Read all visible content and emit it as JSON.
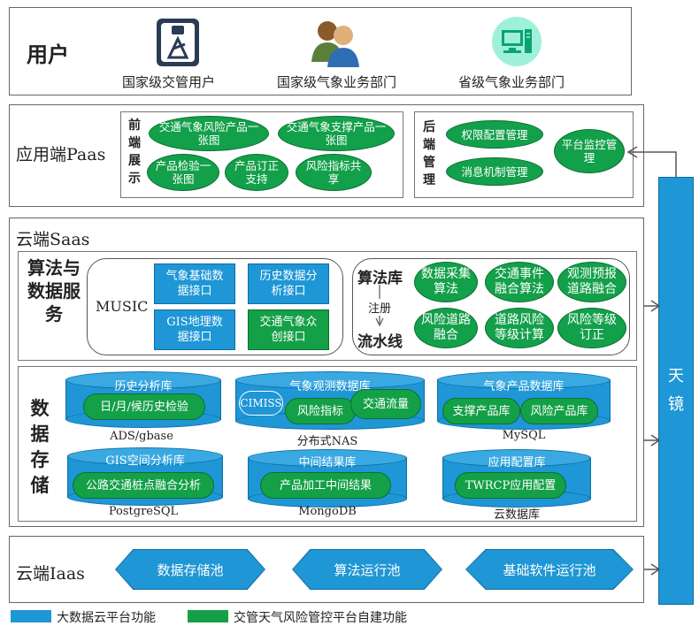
{
  "users": {
    "title": "用户",
    "items": [
      {
        "label": "国家级交管用户",
        "icon": "traffic-police-icon"
      },
      {
        "label": "国家级气象业务部门",
        "icon": "people-icon"
      },
      {
        "label": "省级气象业务部门",
        "icon": "computer-icon"
      }
    ]
  },
  "paas": {
    "title": "应用端Paas",
    "front_label": "前端展示",
    "front_items": [
      "交通气象风险产品一张图",
      "交通气象支撑产品一张图",
      "产品检验一张图",
      "产品订正支持",
      "风险指标共享"
    ],
    "back_label": "后端管理",
    "back_items": [
      "权限配置管理",
      "消息机制管理",
      "平台监控管理"
    ]
  },
  "saas": {
    "title": "云端Saas",
    "algo_label": "算法与数据服务",
    "music": "MUSIC",
    "interfaces": [
      "气象基础数据接口",
      "历史数据分析接口",
      "GIS地理数据接口",
      "交通气象众创接口"
    ],
    "algolib": "算法库",
    "register": "注册",
    "pipeline": "流水线",
    "algos": [
      "数据采集算法",
      "交通事件融合算法",
      "观测预报道路融合",
      "风险道路融合",
      "道路风险等级计算",
      "风险等级订正"
    ],
    "storage_label": "数据存储",
    "dbs": [
      {
        "title": "历史分析库",
        "items": [
          "日/月/候历史检验"
        ],
        "name": "ADS/gbase"
      },
      {
        "title": "气象观测数据库",
        "items": [
          "CIMISS",
          "风险指标",
          "交通流量"
        ],
        "name": "分布式NAS"
      },
      {
        "title": "气象产品数据库",
        "items": [
          "支撑产品库",
          "风险产品库"
        ],
        "name": "MySQL"
      },
      {
        "title": "GIS空间分析库",
        "items": [
          "公路交通桩点融合分析"
        ],
        "name": "PostgreSQL"
      },
      {
        "title": "中间结果库",
        "items": [
          "产品加工中间结果"
        ],
        "name": "MongoDB"
      },
      {
        "title": "应用配置库",
        "items": [
          "TWRCP应用配置"
        ],
        "name": "云数据库"
      }
    ]
  },
  "iaas": {
    "title": "云端Iaas",
    "pools": [
      "数据存储池",
      "算法运行池",
      "基础软件运行池"
    ]
  },
  "tianjing": "天镜",
  "legend": [
    {
      "label": "大数据云平台功能",
      "color": "#1f96d6"
    },
    {
      "label": "交管天气风险管控平台自建功能",
      "color": "#14a047"
    }
  ]
}
